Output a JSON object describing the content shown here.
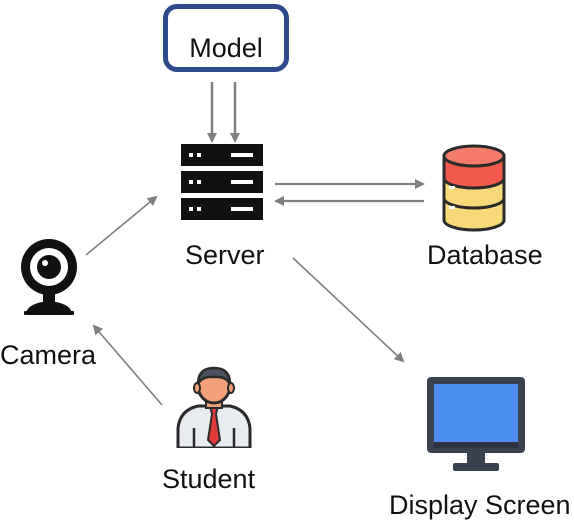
{
  "diagram": {
    "nodes": {
      "model": {
        "label": "Model"
      },
      "server": {
        "label": "Server",
        "icon": "server-rack-icon"
      },
      "database": {
        "label": "Database",
        "icon": "database-cylinder-icon"
      },
      "camera": {
        "label": "Camera",
        "icon": "webcam-icon"
      },
      "student": {
        "label": "Student",
        "icon": "student-person-icon"
      },
      "display": {
        "label": "Display Screen",
        "icon": "monitor-icon"
      }
    },
    "edges": [
      {
        "from": "model",
        "to": "server"
      },
      {
        "from": "model",
        "to": "server"
      },
      {
        "from": "server",
        "to": "database"
      },
      {
        "from": "database",
        "to": "server"
      },
      {
        "from": "camera",
        "to": "server"
      },
      {
        "from": "student",
        "to": "camera"
      },
      {
        "from": "server",
        "to": "display"
      }
    ],
    "colors": {
      "model_border": "#2f4a8a",
      "arrow": "#7f7f7f",
      "database_top": "#f15a4a",
      "database_body": "#f8d97a",
      "monitor_screen": "#4a8ff0",
      "monitor_frame": "#3a4250"
    }
  }
}
